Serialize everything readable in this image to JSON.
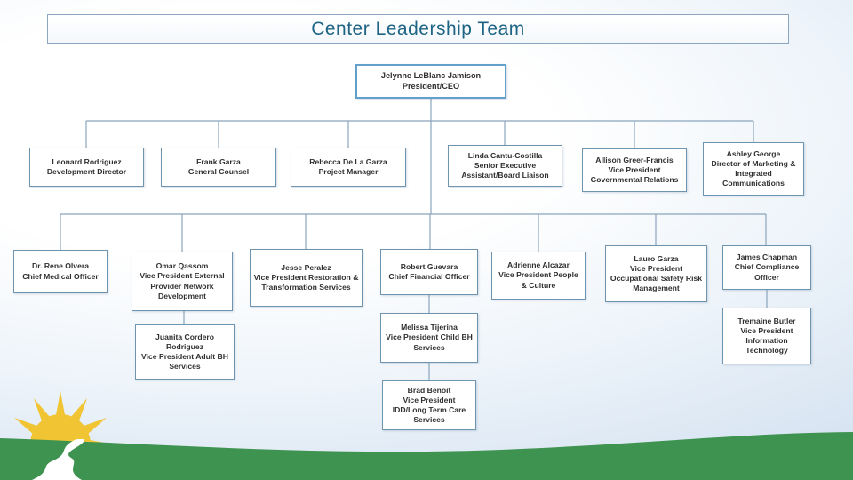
{
  "title": "Center Leadership Team",
  "colors": {
    "title_text": "#1e6484",
    "box_border": "#6e94b0",
    "ceo_border": "#63a0cc",
    "connector": "#8aa5bc",
    "grass_green": "#3f9350",
    "sun_yellow": "#f0c433",
    "path_white": "#ffffff",
    "background_blue": "#ccdcee"
  },
  "icons": {
    "sun": "sun-icon",
    "path": "winding-path-icon"
  },
  "nodes": {
    "ceo": {
      "name": "Jelynne LeBlanc Jamison",
      "title": "President/CEO"
    },
    "leonard": {
      "name": "Leonard Rodriguez",
      "title": "Development Director"
    },
    "frank": {
      "name": "Frank Garza",
      "title": "General Counsel"
    },
    "rebecca": {
      "name": "Rebecca De La Garza",
      "title": "Project Manager"
    },
    "linda": {
      "name": "Linda Cantu-Costilla",
      "title": "Senior Executive Assistant/Board Liaison"
    },
    "allison": {
      "name": "Allison Greer-Francis",
      "title": "Vice President Governmental Relations"
    },
    "ashley": {
      "name": "Ashley George",
      "title": "Director of Marketing & Integrated Communications"
    },
    "rene": {
      "name": "Dr. Rene Olvera",
      "title": "Chief Medical Officer"
    },
    "omar": {
      "name": "Omar Qassom",
      "title": "Vice President External Provider Network Development"
    },
    "jesse": {
      "name": "Jesse Peralez",
      "title": "Vice President Restoration & Transformation Services"
    },
    "robert": {
      "name": "Robert Guevara",
      "title": "Chief Financial Officer"
    },
    "adrienne": {
      "name": "Adrienne Alcazar",
      "title": "Vice President People & Culture"
    },
    "lauro": {
      "name": "Lauro Garza",
      "title": "Vice President Occupational Safety Risk Management"
    },
    "james": {
      "name": "James Chapman",
      "title": "Chief Compliance Officer"
    },
    "juanita": {
      "name": "Juanita Cordero Rodriguez",
      "title": "Vice President Adult BH Services"
    },
    "melissa": {
      "name": "Melissa Tijerina",
      "title": "Vice President Child BH Services"
    },
    "tremaine": {
      "name": "Tremaine Butler",
      "title": "Vice President Information Technology"
    },
    "brad": {
      "name": "Brad Benoit",
      "title": "Vice President IDD/Long Term Care Services"
    }
  }
}
